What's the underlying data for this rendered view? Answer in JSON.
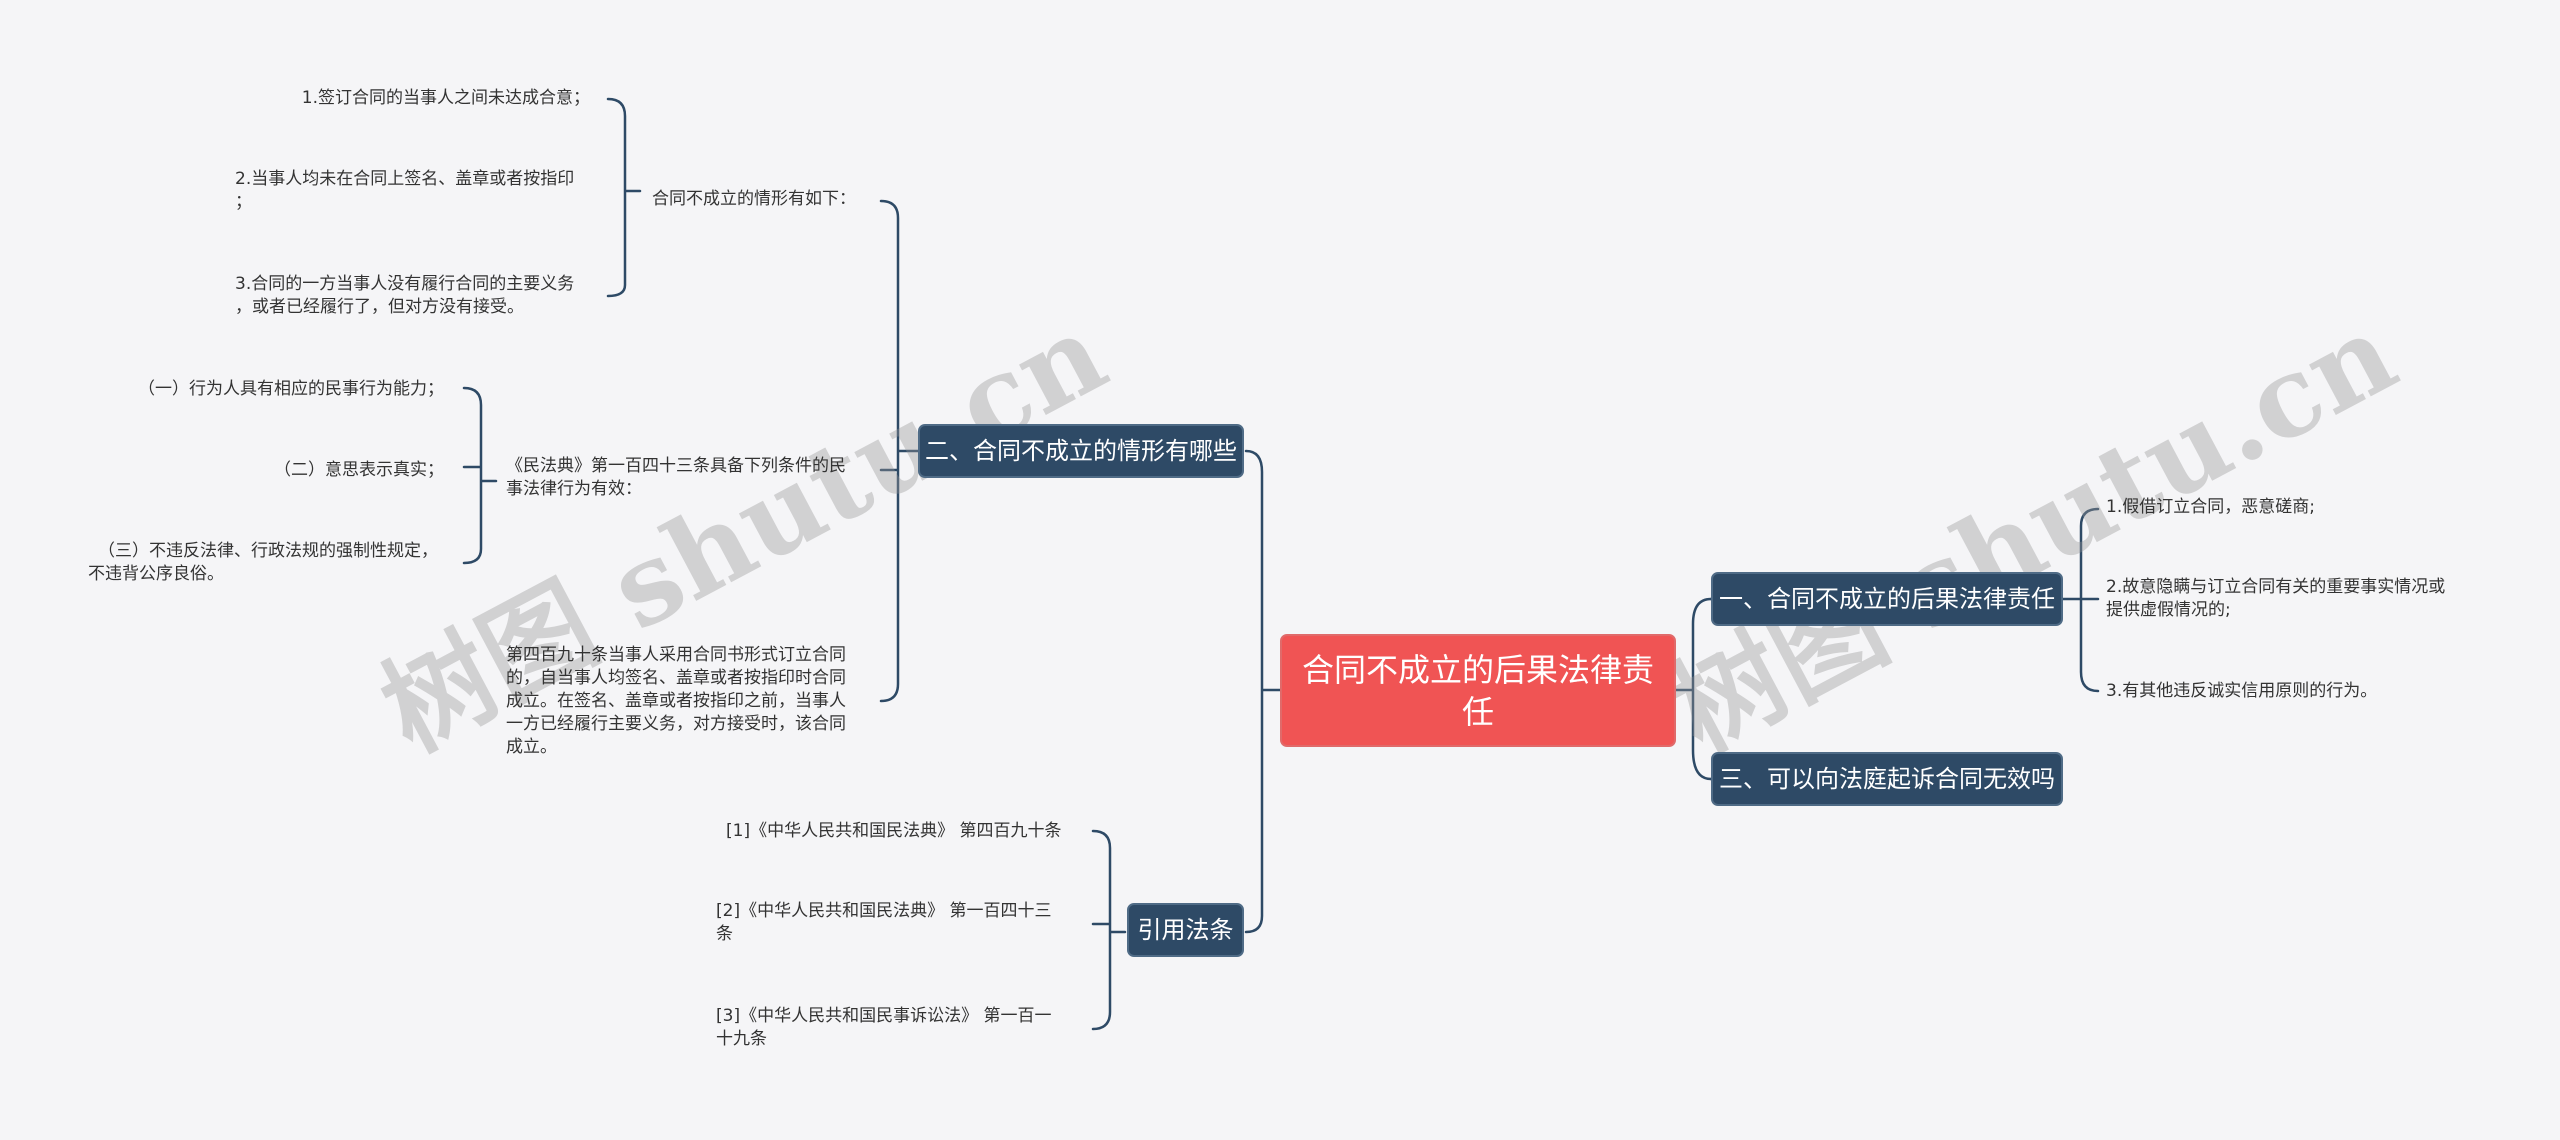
{
  "root": {
    "title": "合同不成立的后果法律责任"
  },
  "branches": {
    "b1": {
      "label": "一、合同不成立的后果法律责任",
      "items": [
        "1.假借订立合同，恶意磋商;",
        [
          "2.故意隐瞒与订立合同有关的重要事实情况或",
          "提供虚假情况的;"
        ],
        "3.有其他违反诚实信用原则的行为。"
      ]
    },
    "b2": {
      "label": "二、合同不成立的情形有哪些",
      "sub1": {
        "label": "合同不成立的情形有如下：",
        "items": [
          [
            "1.签订合同的当事人之间未达成合意；"
          ],
          [
            "2.当事人均未在合同上签名、盖章或者按指印",
            "；"
          ],
          [
            "3.合同的一方当事人没有履行合同的主要义务",
            "，或者已经履行了，但对方没有接受。"
          ]
        ]
      },
      "sub2": {
        "label": [
          "《民法典》第一百四十三条具备下列条件的民",
          "事法律行为有效："
        ],
        "items": [
          [
            "（一）行为人具有相应的民事行为能力；"
          ],
          [
            "（二）意思表示真实；"
          ],
          [
            "（三）不违反法律、行政法规的强制性规定，",
            "不违背公序良俗。"
          ]
        ]
      },
      "sub3": {
        "text": [
          "第四百九十条当事人采用合同书形式订立合同",
          "的，自当事人均签名、盖章或者按指印时合同",
          "成立。在签名、盖章或者按指印之前，当事人",
          "一方已经履行主要义务，对方接受时，该合同",
          "成立。"
        ]
      }
    },
    "b3": {
      "label": "三、可以向法庭起诉合同无效吗"
    },
    "b4": {
      "label": "引用法条",
      "items": [
        [
          "[1]《中华人民共和国民法典》 第四百九十条"
        ],
        [
          "[2]《中华人民共和国民法典》 第一百四十三",
          "条"
        ],
        [
          "[3]《中华人民共和国民事诉讼法》 第一百一",
          "十九条"
        ]
      ]
    }
  },
  "watermarks": [
    "树图 shutu.cn",
    "树图 shutu.cn"
  ],
  "colors": {
    "root": "#f05454",
    "branch": "#2e4a66",
    "line": "#2e4a66",
    "background": "#f5f5f7"
  }
}
